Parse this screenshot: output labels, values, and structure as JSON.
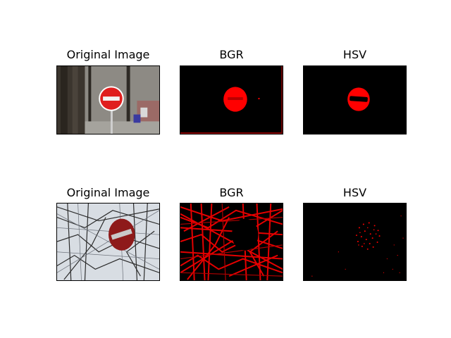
{
  "figure": {
    "background": "#ffffff",
    "rows": [
      {
        "panels": [
          {
            "title": "Original Image",
            "kind": "original-summer"
          },
          {
            "title": "BGR",
            "kind": "bgr-summer"
          },
          {
            "title": "HSV",
            "kind": "hsv-summer"
          }
        ]
      },
      {
        "panels": [
          {
            "title": "Original Image",
            "kind": "original-winter"
          },
          {
            "title": "BGR",
            "kind": "bgr-winter"
          },
          {
            "title": "HSV",
            "kind": "hsv-winter"
          }
        ]
      }
    ]
  },
  "colors": {
    "mask_red": "#ff0000",
    "mask_black": "#000000",
    "sign_red": "#e01e1e",
    "sign_dark_red": "#8e1a1a",
    "bar_white": "#f2f2f2"
  }
}
